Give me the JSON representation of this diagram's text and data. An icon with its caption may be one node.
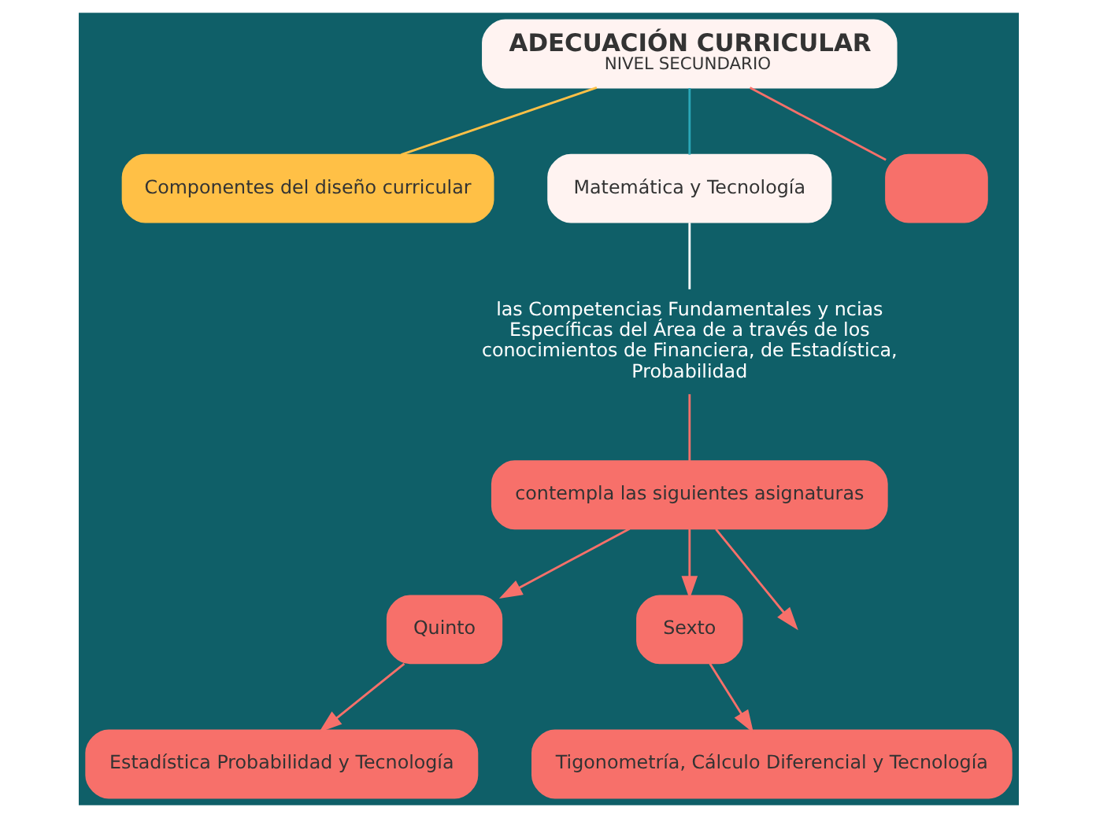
{
  "diagram": {
    "nodes": [
      {
        "text": [
          "ADECUACIÓN CURRICULAR",
          "NIVEL SECUNDARIO"
        ]
      },
      {
        "text": [
          "Componentes del diseño curricular"
        ]
      },
      {
        "text": [
          "Matemática y Tecnología"
        ]
      },
      {
        "text": [
          "las Competencias Fundamentales y ncias Específicas del Área de a través de los conocimientos de Financiera, de Estadística, Probabilidad"
        ]
      },
      {
        "text": [
          "contempla las siguientes asignaturas"
        ]
      },
      {
        "text": [
          "Quinto"
        ]
      },
      {
        "text": [
          "Sexto"
        ]
      },
      {
        "text": [
          "Estadística Probabilidad y Tecnología"
        ]
      },
      {
        "text": [
          "Tigonometría, Cálculo Diferencial y Tecnología"
        ]
      },
      {
        "text": [],
        "shape": "box"
      }
    ],
    "edges": [
      {
        "from": 0,
        "to": 1,
        "arrow": "none",
        "color": "#ffc046"
      },
      {
        "from": 0,
        "to": 2,
        "arrow": "none",
        "color": "#2aa7b8"
      },
      {
        "from": 2,
        "to": 3,
        "arrow": "none",
        "color": "#ffffff"
      },
      {
        "from": 3,
        "to": 4,
        "arrow": "none"
      },
      {
        "from": 4,
        "to": null,
        "arrow": "to"
      },
      {
        "from": 4,
        "to": 5,
        "arrow": "to"
      },
      {
        "from": 4,
        "to": 6,
        "arrow": "to"
      },
      {
        "from": 5,
        "to": 7,
        "arrow": "to"
      },
      {
        "from": 6,
        "to": 8,
        "arrow": "to"
      },
      {
        "from": 0,
        "to": 9,
        "arrow": "none"
      }
    ]
  }
}
